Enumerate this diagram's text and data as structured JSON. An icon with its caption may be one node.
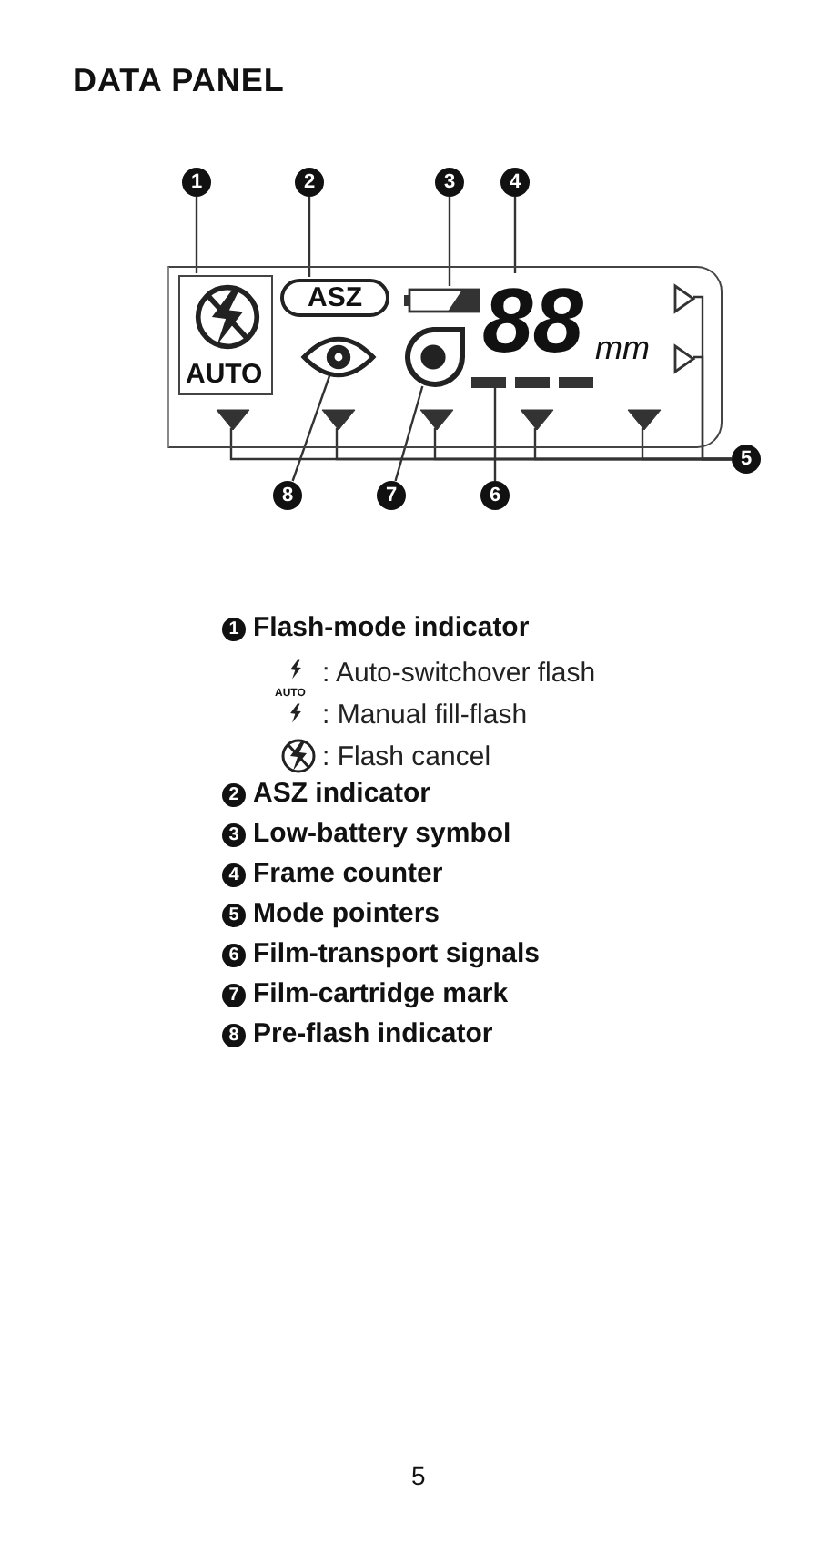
{
  "diagram": {
    "title": "DATA PANEL",
    "nodes": [
      {
        "text": [],
        "shape": "box"
      },
      {
        "text": [
          "AUTO"
        ],
        "in": 0
      },
      {
        "text": [
          "ASZ"
        ],
        "in": 0
      },
      {
        "text": [],
        "shape": "battery",
        "in": 0
      },
      {
        "text": [
          "88",
          "mm"
        ],
        "in": 0
      },
      {
        "text": [],
        "shape": "triangle",
        "in": 0
      },
      {
        "text": [],
        "shape": "triangle",
        "in": 0
      },
      {
        "text": [],
        "shape": "eye",
        "in": 0
      },
      {
        "text": [],
        "shape": "circle",
        "in": 0
      },
      {
        "text": [],
        "shape": "bar",
        "in": 0
      },
      {
        "text": [],
        "shape": "triangle",
        "in": 0
      },
      {
        "text": [],
        "shape": "triangle",
        "in": 0
      },
      {
        "text": [],
        "shape": "triangle",
        "in": 0
      },
      {
        "text": [],
        "shape": "triangle",
        "in": 0
      },
      {
        "text": [],
        "shape": "triangle",
        "in": 0
      },
      {
        "text": [
          "1"
        ]
      },
      {
        "text": [
          "2"
        ]
      },
      {
        "text": [
          "3"
        ]
      },
      {
        "text": [
          "4"
        ]
      },
      {
        "text": [
          "5"
        ]
      },
      {
        "text": [
          "8"
        ]
      },
      {
        "text": [
          "7"
        ]
      },
      {
        "text": [
          "6"
        ]
      }
    ],
    "edges": [
      {
        "from": 15,
        "to": 1,
        "arrow": "none"
      },
      {
        "from": 16,
        "to": 2,
        "arrow": "none"
      },
      {
        "from": 17,
        "to": 3,
        "arrow": "none"
      },
      {
        "from": 18,
        "to": 4,
        "arrow": "none"
      },
      {
        "from": 19,
        "to": 5,
        "arrow": "none"
      },
      {
        "from": 19,
        "to": 6,
        "arrow": "none"
      },
      {
        "from": 19,
        "to": 10,
        "arrow": "none"
      },
      {
        "from": 19,
        "to": 11,
        "arrow": "none"
      },
      {
        "from": 19,
        "to": 12,
        "arrow": "none"
      },
      {
        "from": 19,
        "to": 13,
        "arrow": "none"
      },
      {
        "from": 19,
        "to": 14,
        "arrow": "none"
      },
      {
        "from": 20,
        "to": 7,
        "arrow": "none"
      },
      {
        "from": 21,
        "to": 8,
        "arrow": "none"
      },
      {
        "from": 22,
        "to": 9,
        "arrow": "none"
      }
    ],
    "labels": [
      "1",
      "Flash-mode indicator",
      "AUTO",
      ": Auto-switchover flash",
      ": Manual fill-flash",
      ": Flash cancel",
      "2",
      "ASZ indicator",
      "3",
      "Low-battery symbol",
      "4",
      "Frame counter",
      "5",
      "Mode pointers",
      "6",
      "Film-transport signals",
      "7",
      "Film-cartridge mark",
      "8",
      "Pre-flash indicator",
      "5"
    ]
  }
}
